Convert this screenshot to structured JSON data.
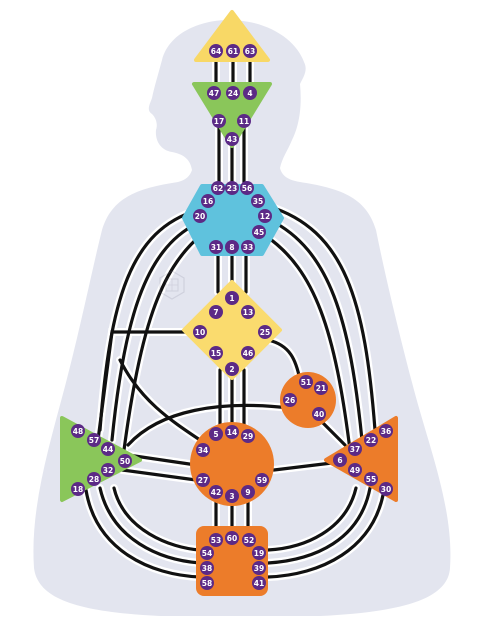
{
  "colors": {
    "body": "#e3e5ef",
    "head": "#f8d866",
    "ajna": "#8ac65a",
    "throat": "#5fc2dd",
    "g": "#fadb6e",
    "heart": "#ec7c2a",
    "spleen": "#8ac65a",
    "sacral": "#ec7c2a",
    "solar": "#ec7c2a",
    "root": "#ec7c2a",
    "gate": "#5c2a86",
    "channel": "#111111"
  },
  "centers": {
    "head": {
      "gates": [
        "64",
        "61",
        "63"
      ]
    },
    "ajna": {
      "gates": [
        "47",
        "24",
        "4",
        "17",
        "11",
        "43"
      ]
    },
    "throat": {
      "gates": [
        "62",
        "23",
        "56",
        "16",
        "35",
        "20",
        "12",
        "45",
        "31",
        "8",
        "33"
      ]
    },
    "g": {
      "gates": [
        "1",
        "7",
        "13",
        "10",
        "25",
        "15",
        "46",
        "2"
      ]
    },
    "heart": {
      "gates": [
        "51",
        "21",
        "26",
        "40"
      ]
    },
    "spleen": {
      "gates": [
        "48",
        "57",
        "44",
        "50",
        "32",
        "28",
        "18"
      ]
    },
    "sacral": {
      "gates": [
        "5",
        "14",
        "29",
        "34",
        "27",
        "59",
        "42",
        "3",
        "9"
      ]
    },
    "solar": {
      "gates": [
        "36",
        "22",
        "37",
        "6",
        "49",
        "55",
        "30"
      ]
    },
    "root": {
      "gates": [
        "53",
        "60",
        "52",
        "54",
        "19",
        "38",
        "39",
        "58",
        "41"
      ]
    }
  }
}
